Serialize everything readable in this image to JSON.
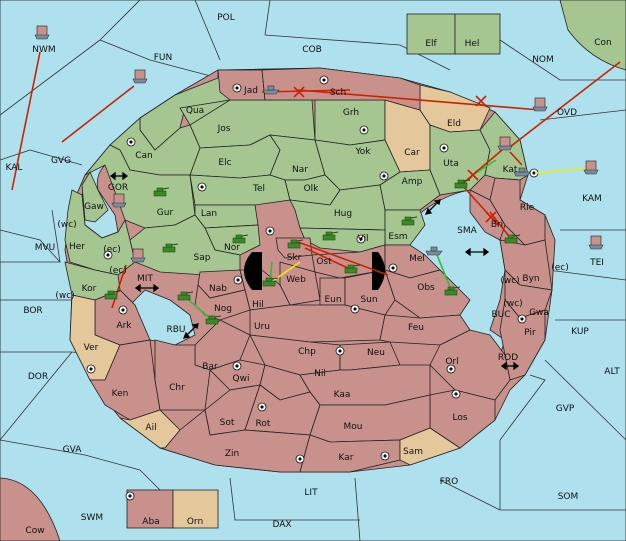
{
  "sea_labels": [
    {
      "id": "pol",
      "text": "POL"
    },
    {
      "id": "fun",
      "text": "FUN"
    },
    {
      "id": "cob",
      "text": "COB"
    },
    {
      "id": "nwm",
      "text": "NWM"
    },
    {
      "id": "nom",
      "text": "NOM"
    },
    {
      "id": "con",
      "text": "Con"
    },
    {
      "id": "ovd",
      "text": "OVD"
    },
    {
      "id": "kal",
      "text": "KAL"
    },
    {
      "id": "gvg",
      "text": "GVG"
    },
    {
      "id": "gor",
      "text": "GOR"
    },
    {
      "id": "mvu",
      "text": "MVU"
    },
    {
      "id": "mit",
      "text": "MIT"
    },
    {
      "id": "kam",
      "text": "KAM"
    },
    {
      "id": "sma",
      "text": "SMA"
    },
    {
      "id": "tei",
      "text": "TEI"
    },
    {
      "id": "bor",
      "text": "BOR"
    },
    {
      "id": "rbu",
      "text": "RBU"
    },
    {
      "id": "buc",
      "text": "BUC"
    },
    {
      "id": "kup",
      "text": "KUP"
    },
    {
      "id": "dor",
      "text": "DOR"
    },
    {
      "id": "rod",
      "text": "ROD"
    },
    {
      "id": "alt",
      "text": "ALT"
    },
    {
      "id": "gvp",
      "text": "GVP"
    },
    {
      "id": "gva",
      "text": "GVA"
    },
    {
      "id": "fro",
      "text": "FRO"
    },
    {
      "id": "som",
      "text": "SOM"
    },
    {
      "id": "lit",
      "text": "LIT"
    },
    {
      "id": "swm",
      "text": "SWM"
    },
    {
      "id": "dax",
      "text": "DAX"
    },
    {
      "id": "cow",
      "text": "Cow"
    }
  ],
  "land_labels": [
    {
      "id": "elf",
      "text": "Elf"
    },
    {
      "id": "hel",
      "text": "Hel"
    },
    {
      "id": "jad",
      "text": "Jad"
    },
    {
      "id": "sch",
      "text": "Sch"
    },
    {
      "id": "qua",
      "text": "Qua"
    },
    {
      "id": "jos",
      "text": "Jos"
    },
    {
      "id": "grh",
      "text": "Grh"
    },
    {
      "id": "eld",
      "text": "Eld"
    },
    {
      "id": "can",
      "text": "Can"
    },
    {
      "id": "elc",
      "text": "Elc"
    },
    {
      "id": "nar",
      "text": "Nar"
    },
    {
      "id": "yok",
      "text": "Yok"
    },
    {
      "id": "car",
      "text": "Car"
    },
    {
      "id": "uta",
      "text": "Uta"
    },
    {
      "id": "kat",
      "text": "Kat"
    },
    {
      "id": "tel",
      "text": "Tel"
    },
    {
      "id": "olk",
      "text": "Olk"
    },
    {
      "id": "amp",
      "text": "Amp"
    },
    {
      "id": "gur",
      "text": "Gur"
    },
    {
      "id": "gaw",
      "text": "Gaw"
    },
    {
      "id": "lan",
      "text": "Lan"
    },
    {
      "id": "hug",
      "text": "Hug"
    },
    {
      "id": "rie",
      "text": "Rie"
    },
    {
      "id": "esm",
      "text": "Esm"
    },
    {
      "id": "bri",
      "text": "Bri"
    },
    {
      "id": "her",
      "text": "Her"
    },
    {
      "id": "nor",
      "text": "Nor"
    },
    {
      "id": "vil",
      "text": "Vil"
    },
    {
      "id": "sap",
      "text": "Sap"
    },
    {
      "id": "skr",
      "text": "Skr"
    },
    {
      "id": "ost",
      "text": "Ost"
    },
    {
      "id": "mel",
      "text": "Mel"
    },
    {
      "id": "byn",
      "text": "Byn"
    },
    {
      "id": "kor",
      "text": "Kor"
    },
    {
      "id": "nab",
      "text": "Nab"
    },
    {
      "id": "web",
      "text": "Web"
    },
    {
      "id": "eun",
      "text": "Eun"
    },
    {
      "id": "sun",
      "text": "Sun"
    },
    {
      "id": "obs",
      "text": "Obs"
    },
    {
      "id": "gwa",
      "text": "Gwa"
    },
    {
      "id": "hil",
      "text": "Hil"
    },
    {
      "id": "nog",
      "text": "Nog"
    },
    {
      "id": "ark",
      "text": "Ark"
    },
    {
      "id": "pir",
      "text": "Pir"
    },
    {
      "id": "uru",
      "text": "Uru"
    },
    {
      "id": "feu",
      "text": "Feu"
    },
    {
      "id": "ver",
      "text": "Ver"
    },
    {
      "id": "chp",
      "text": "Chp"
    },
    {
      "id": "neu",
      "text": "Neu"
    },
    {
      "id": "bar",
      "text": "Bar"
    },
    {
      "id": "orl",
      "text": "Orl"
    },
    {
      "id": "qwi",
      "text": "Qwi"
    },
    {
      "id": "nil",
      "text": "Nil"
    },
    {
      "id": "ken",
      "text": "Ken"
    },
    {
      "id": "chr",
      "text": "Chr"
    },
    {
      "id": "kaa",
      "text": "Kaa"
    },
    {
      "id": "los",
      "text": "Los"
    },
    {
      "id": "ail",
      "text": "Ail"
    },
    {
      "id": "sot",
      "text": "Sot"
    },
    {
      "id": "rot",
      "text": "Rot"
    },
    {
      "id": "mou",
      "text": "Mou"
    },
    {
      "id": "zin",
      "text": "Zin"
    },
    {
      "id": "kar",
      "text": "Kar"
    },
    {
      "id": "sam",
      "text": "Sam"
    },
    {
      "id": "aba",
      "text": "Aba"
    },
    {
      "id": "orn",
      "text": "Orn"
    }
  ],
  "coast_labels": [
    {
      "id": "wc1",
      "text": "(wc)"
    },
    {
      "id": "ec1",
      "text": "(ec)"
    },
    {
      "id": "ec2",
      "text": "(ec)"
    },
    {
      "id": "wc2",
      "text": "(wc)"
    },
    {
      "id": "wc3",
      "text": "(wc)"
    },
    {
      "id": "ec3",
      "text": "(ec)"
    },
    {
      "id": "wc4",
      "text": "(wc)"
    }
  ],
  "colors": {
    "sea": "#aee0ee",
    "green": "#a5c690",
    "red": "#c9918c",
    "neutral": "#e5c79c",
    "move_red": "#cc2200",
    "move_green": "#33bb33",
    "move_yellow": "#eeee00",
    "bridge": "#000000"
  },
  "icons": {
    "army": "tank-icon",
    "fleet": "ship-icon",
    "supply_center": "supply-center-icon",
    "crossing": "double-arrow-icon",
    "failed_order": "x-mark-icon"
  }
}
